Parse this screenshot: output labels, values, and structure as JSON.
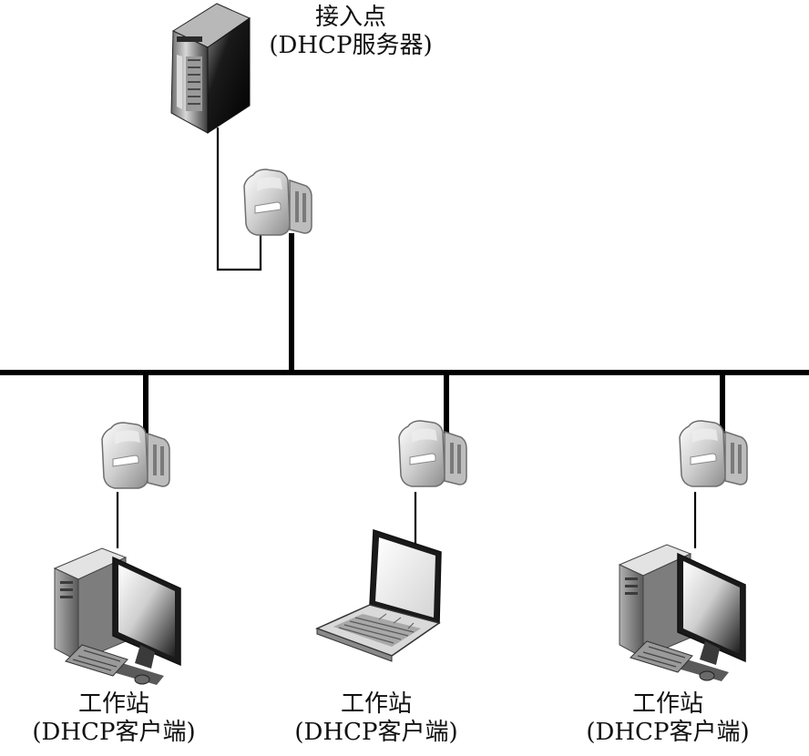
{
  "server": {
    "title": "接入点",
    "subtitle": "(DHCP服务器)",
    "icon": "server-tower-icon"
  },
  "workstations": [
    {
      "title": "工作站",
      "subtitle": "(DHCP客户端)",
      "device": "desktop-computer-icon"
    },
    {
      "title": "工作站",
      "subtitle": "(DHCP客户端)",
      "device": "laptop-icon"
    },
    {
      "title": "工作站",
      "subtitle": "(DHCP客户端)",
      "device": "desktop-computer-icon"
    }
  ],
  "connector_icon": "network-adapter-icon",
  "colors": {
    "line": "#000000",
    "device_light": "#e6e6e6",
    "device_mid": "#a9a9a9",
    "device_dark": "#2a2a2a"
  }
}
